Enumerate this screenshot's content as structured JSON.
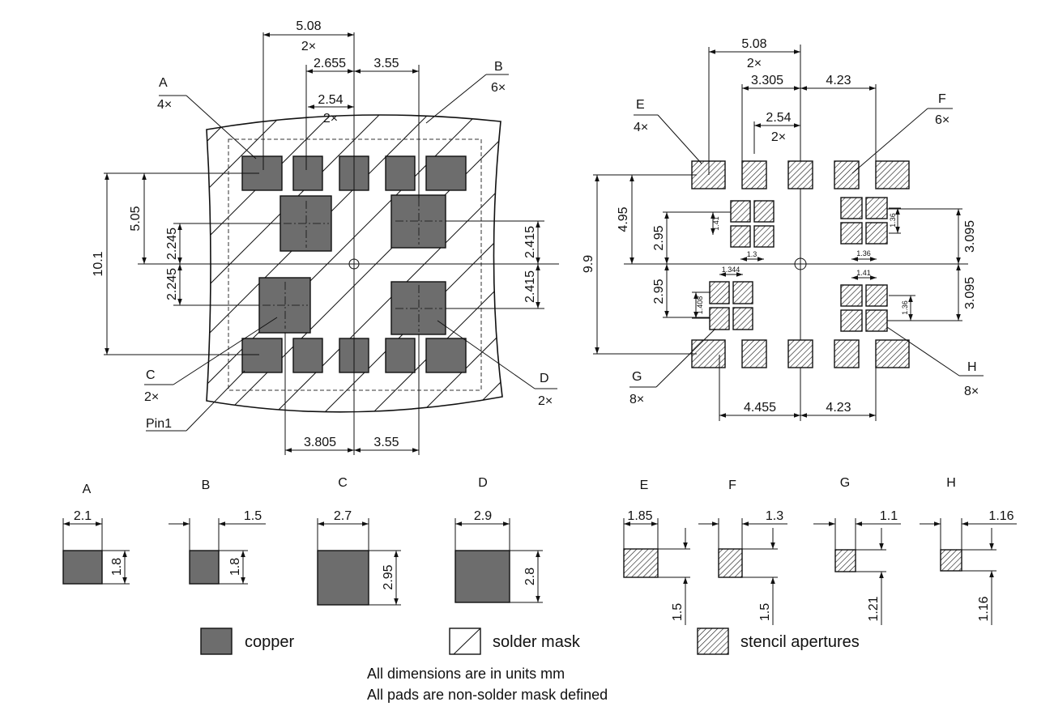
{
  "left_view": {
    "top_dims": [
      "5.08",
      "2×",
      "2.655",
      "3.55",
      "2.54",
      "2×"
    ],
    "bottom_dims": [
      "3.805",
      "3.55"
    ],
    "vertical_dims": [
      "10.1",
      "5.05",
      "2.245",
      "2.245",
      "2.415",
      "2.415"
    ],
    "callouts": {
      "A": {
        "letter": "A",
        "count": "4×"
      },
      "B": {
        "letter": "B",
        "count": "6×"
      },
      "C": {
        "letter": "C",
        "count": "2×"
      },
      "D": {
        "letter": "D",
        "count": "2×"
      },
      "pin1": "Pin1"
    }
  },
  "right_view": {
    "top_dims": [
      "5.08",
      "2×",
      "3.305",
      "4.23",
      "2.54",
      "2×"
    ],
    "bottom_dims": [
      "4.455",
      "4.23"
    ],
    "vertical_dims": [
      "9.9",
      "4.95",
      "2.95",
      "2.95",
      "3.095",
      "3.095"
    ],
    "small_dims": [
      "1.41",
      "1.3",
      "1.36",
      "1.36",
      "1.344",
      "1.408",
      "1.41",
      "1.36"
    ],
    "callouts": {
      "E": {
        "letter": "E",
        "count": "4×"
      },
      "F": {
        "letter": "F",
        "count": "6×"
      },
      "G": {
        "letter": "G",
        "count": "8×"
      },
      "H": {
        "letter": "H",
        "count": "8×"
      }
    }
  },
  "pad_details": [
    {
      "letter": "A",
      "width": "2.1",
      "height": "1.8",
      "fill": "copper"
    },
    {
      "letter": "B",
      "width": "1.5",
      "height": "1.8",
      "fill": "copper"
    },
    {
      "letter": "C",
      "width": "2.7",
      "height": "2.95",
      "fill": "copper"
    },
    {
      "letter": "D",
      "width": "2.9",
      "height": "2.8",
      "fill": "copper"
    },
    {
      "letter": "E",
      "width": "1.85",
      "height": "1.5",
      "fill": "stencil"
    },
    {
      "letter": "F",
      "width": "1.3",
      "height": "1.5",
      "fill": "stencil"
    },
    {
      "letter": "G",
      "width": "1.1",
      "height": "1.21",
      "fill": "stencil"
    },
    {
      "letter": "H",
      "width": "1.16",
      "height": "1.16",
      "fill": "stencil"
    }
  ],
  "legend": {
    "copper": "copper",
    "solder_mask": "solder mask",
    "stencil": "stencil apertures"
  },
  "notes": [
    "All dimensions are in units mm",
    "All pads are non-solder mask defined"
  ],
  "colors": {
    "copper": "#6d6d6d",
    "line": "#111111",
    "background": "#ffffff"
  }
}
